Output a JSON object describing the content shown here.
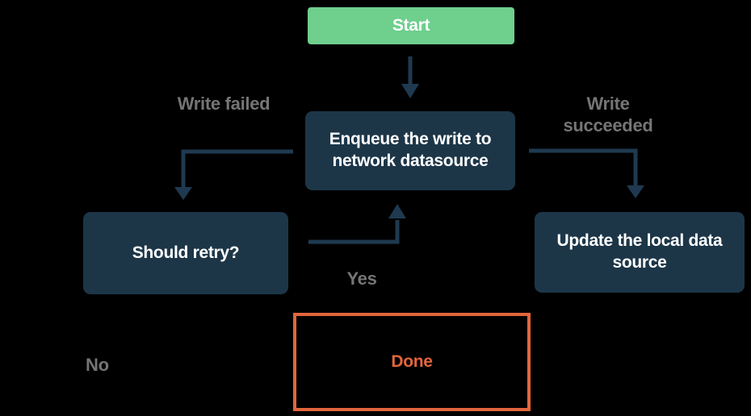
{
  "colors": {
    "background": "#000000",
    "green": "#6FCF8D",
    "navy": "#1C3648",
    "line": "#1F3A50",
    "gray": "#757575",
    "orange": "#E2663C",
    "white": "#FFFFFF"
  },
  "diagram": {
    "type": "flowchart",
    "nodes": {
      "start": {
        "label": "Start"
      },
      "enqueue": {
        "label": "Enqueue the write to network datasource"
      },
      "should_retry": {
        "label": "Should retry?"
      },
      "update_local": {
        "label": "Update the local data source"
      },
      "done": {
        "label": "Done"
      }
    },
    "edge_labels": {
      "write_failed": "Write failed",
      "write_succeeded": "Write succeeded",
      "yes": "Yes",
      "no": "No"
    },
    "edges": [
      {
        "from": "start",
        "to": "enqueue"
      },
      {
        "from": "enqueue",
        "to": "should_retry",
        "label": "Write failed"
      },
      {
        "from": "enqueue",
        "to": "update_local",
        "label": "Write succeeded"
      },
      {
        "from": "should_retry",
        "to": "enqueue",
        "label": "Yes"
      },
      {
        "from": "should_retry",
        "to": "done",
        "label": "No"
      }
    ]
  }
}
